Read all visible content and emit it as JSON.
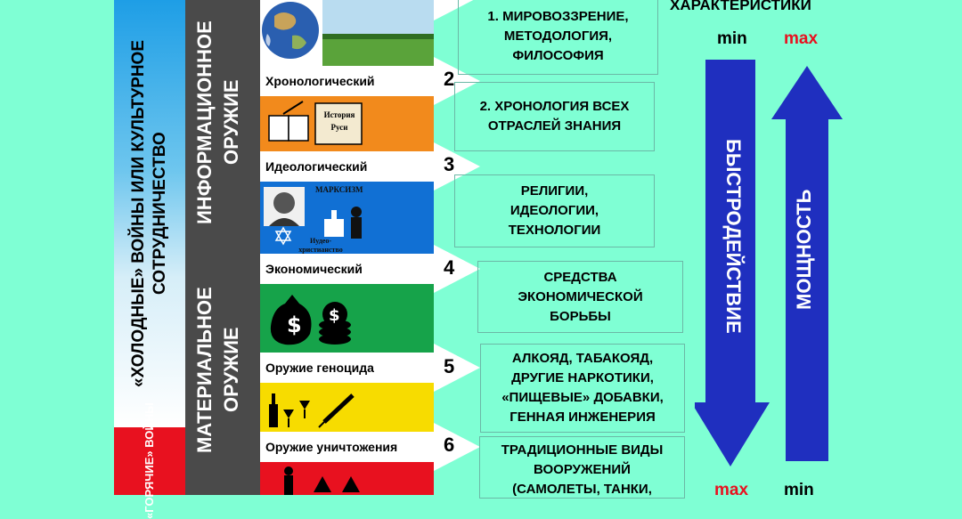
{
  "left_column": {
    "cold_war_text": "«Холодные» войны или культурное сотрудничество",
    "hot_war_text": "«Горячие» войны"
  },
  "weapon_column": {
    "informational": "Информационное оружие",
    "material": "Материальное оружие"
  },
  "priorities": [
    {
      "label": "",
      "number": "1",
      "description": "1. Мировоззрение, методология, философия"
    },
    {
      "label": "Хронологический",
      "number": "2",
      "description": "2. Хронология всех отраслей знания"
    },
    {
      "label": "Идеологический",
      "number": "3",
      "description": "Религии, идеологии, технологии"
    },
    {
      "label": "Экономический",
      "number": "4",
      "description": "Средства экономической борьбы"
    },
    {
      "label": "Оружие геноцида",
      "number": "5",
      "description": "Алкояд, табакояд, другие наркотики, «пищевые» добавки, генная инженерия"
    },
    {
      "label": "Оружие уничтожения",
      "number": "6",
      "description": "Традиционные виды вооружений (самолеты, танки,"
    }
  ],
  "tile_texts": {
    "book_title": "История Руси",
    "marxism": "Марксизм",
    "judeo_christianity": "Иудео-христианство"
  },
  "characteristics": {
    "title": "Характеристики",
    "speed_label": "Быстродействие",
    "power_label": "Мощность",
    "top_min": "min",
    "top_max": "max",
    "bottom_max": "max",
    "bottom_min": "min"
  },
  "colors": {
    "background": "#7fffd4",
    "arrow_blue": "#1f2fbf",
    "red": "#e8111f",
    "orange": "#f28a1c",
    "green": "#16a34a",
    "yellow": "#f7dc00",
    "blue_tile": "#1170d4"
  }
}
